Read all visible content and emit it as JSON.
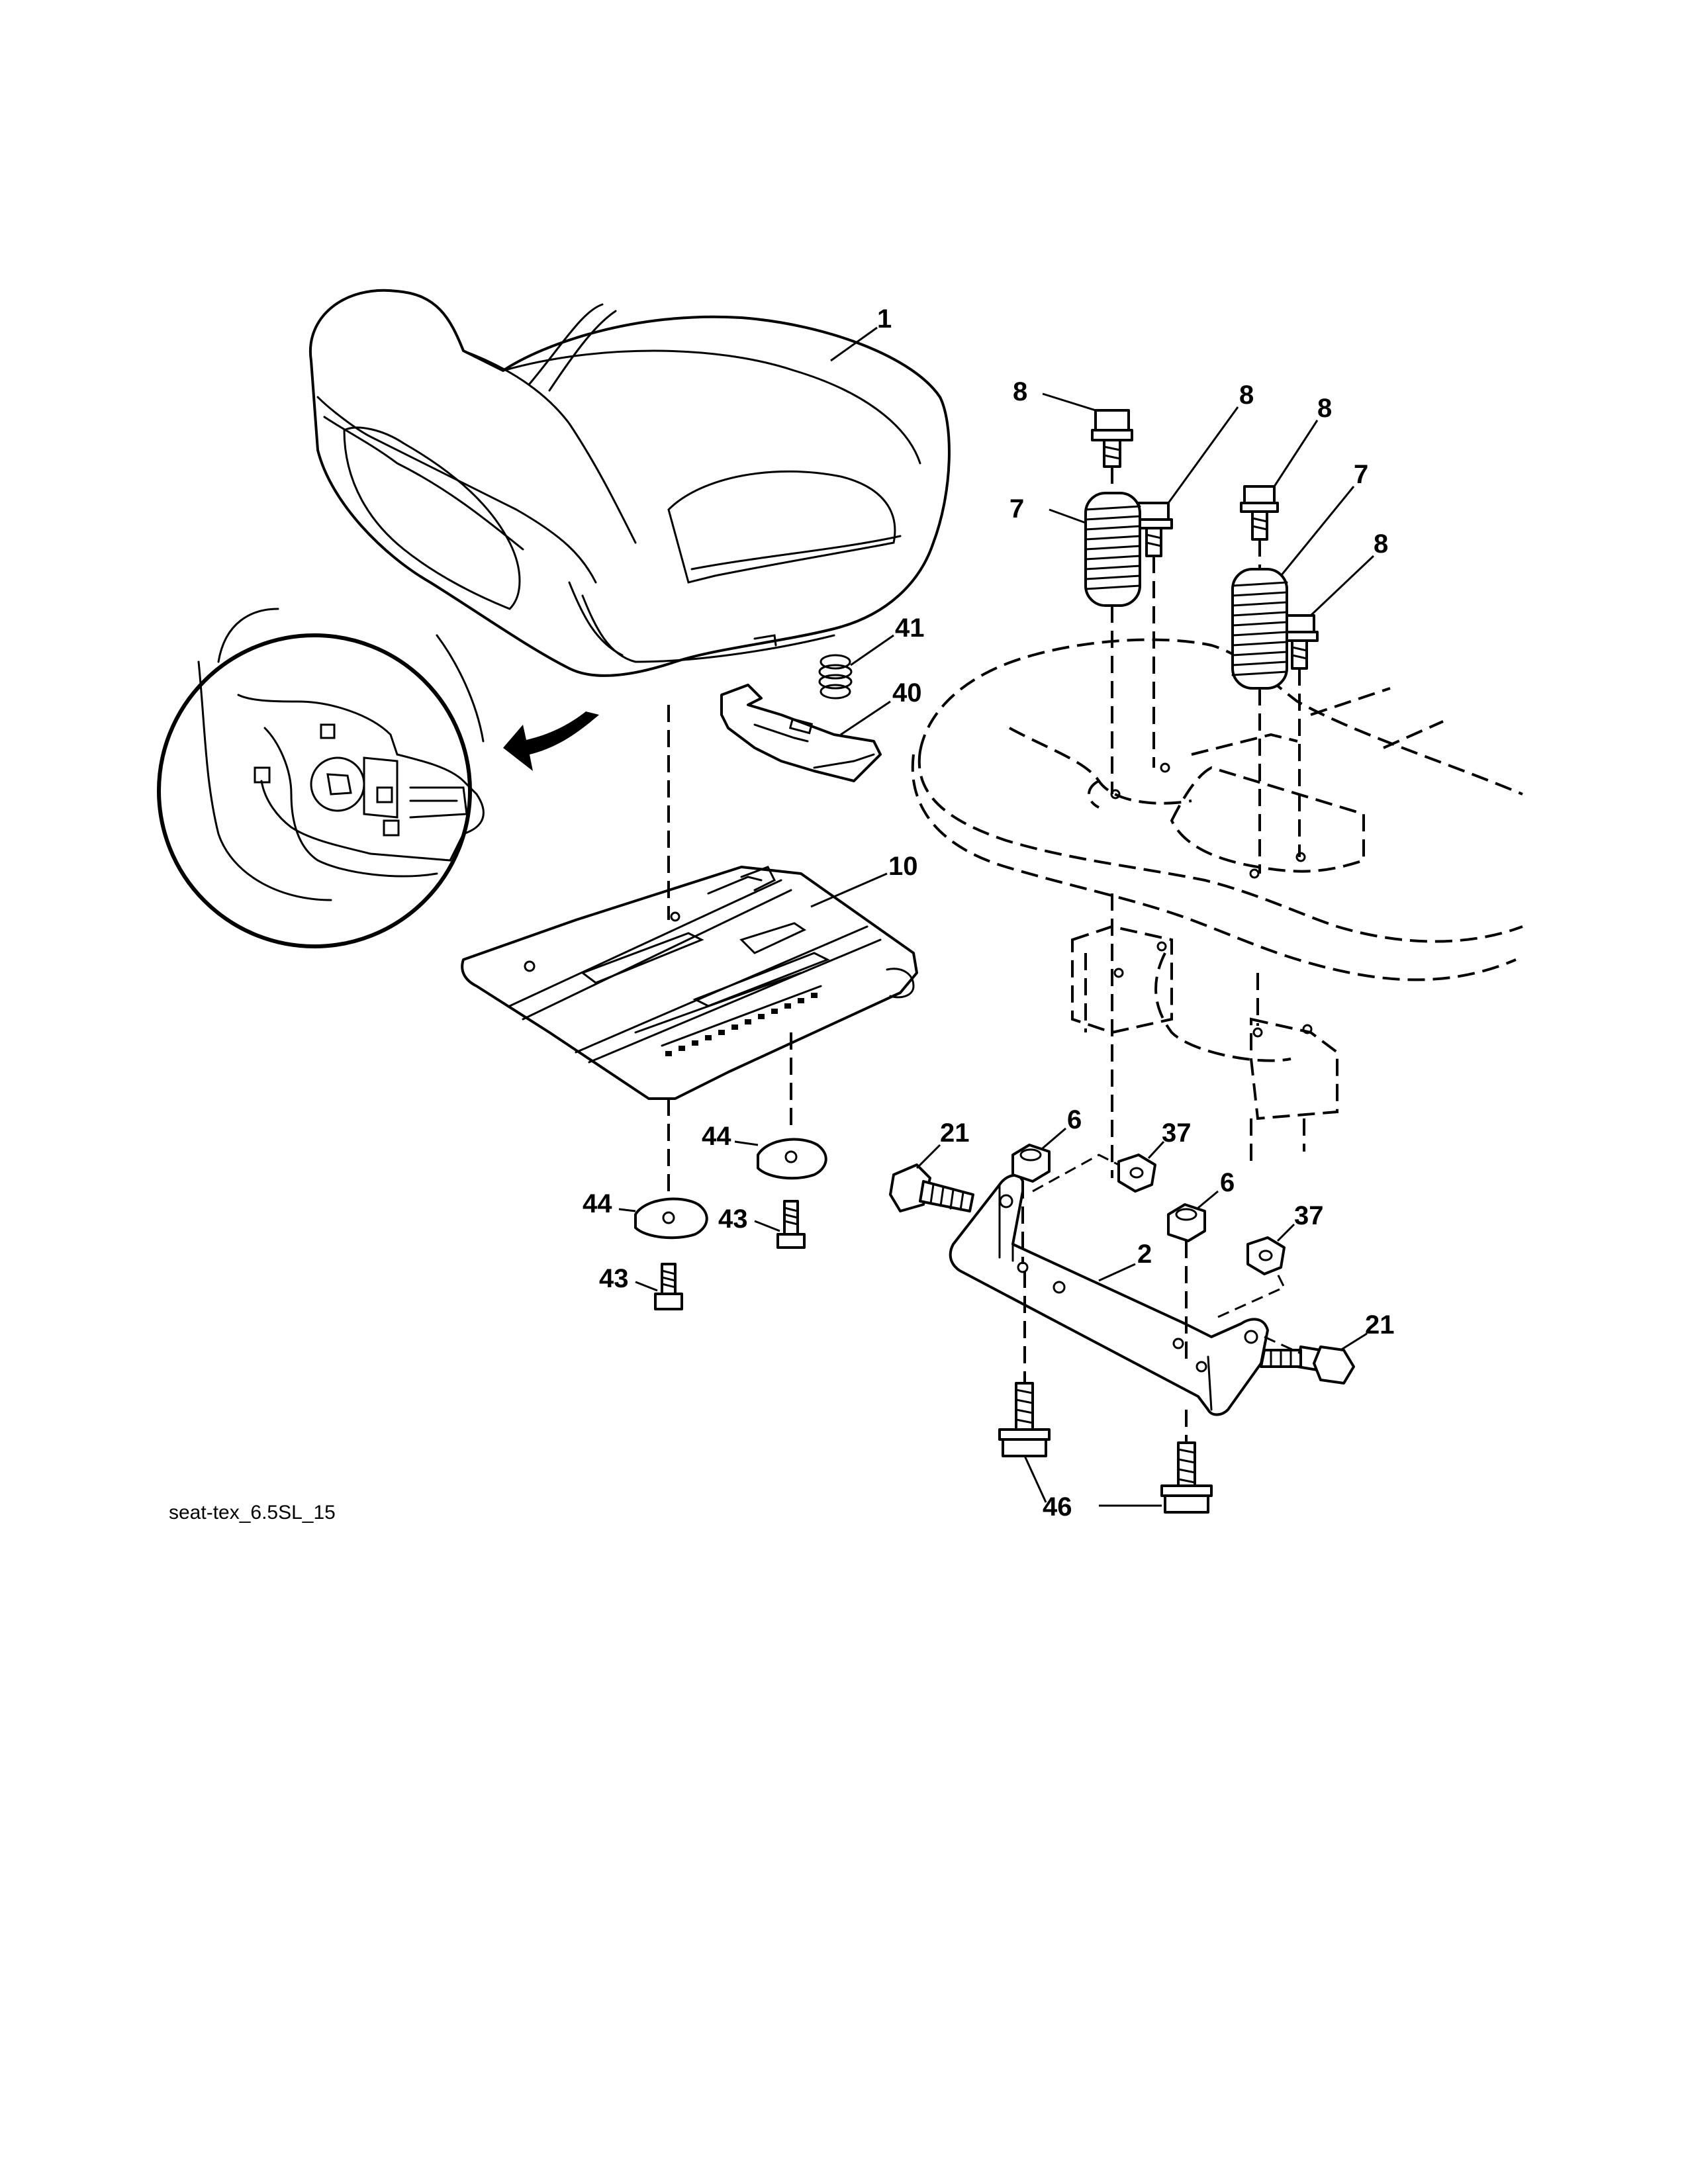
{
  "figure_id": "seat-tex_6.5SL_15",
  "callouts": {
    "c1": "1",
    "c2": "2",
    "c6a": "6",
    "c6b": "6",
    "c7a": "7",
    "c7b": "7",
    "c8a": "8",
    "c8b": "8",
    "c8c": "8",
    "c8d": "8",
    "c10": "10",
    "c21a": "21",
    "c21b": "21",
    "c37a": "37",
    "c37b": "37",
    "c40": "40",
    "c41": "41",
    "c43a": "43",
    "c43b": "43",
    "c44a": "44",
    "c44b": "44",
    "c46": "46"
  },
  "icons": {
    "detail": "zoom-circle-icon",
    "arrow": "curved-arrow-icon"
  }
}
